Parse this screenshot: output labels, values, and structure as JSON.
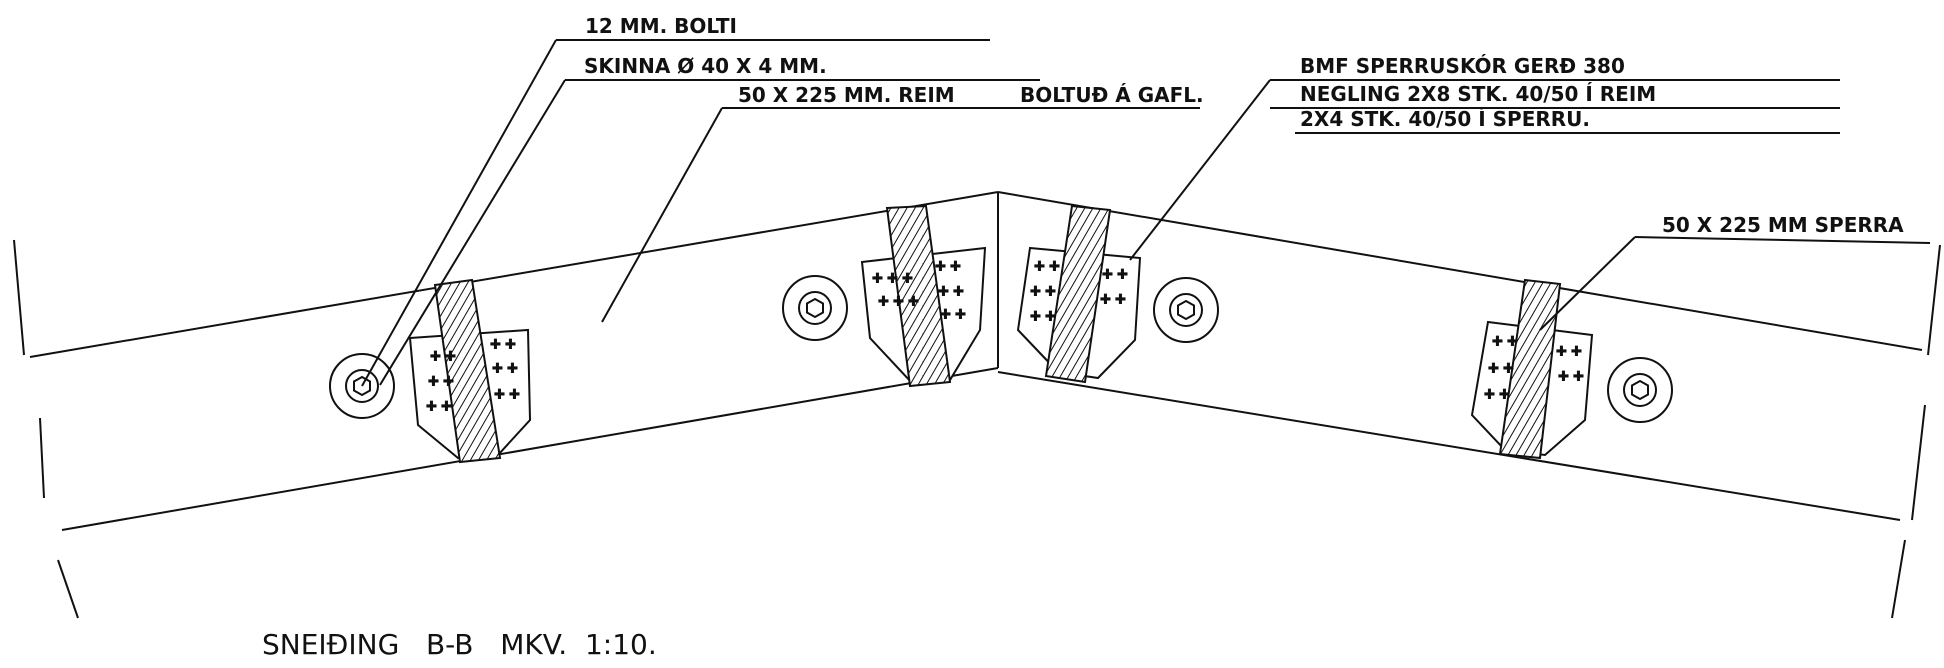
{
  "drawing": {
    "title": "SNEIÐING   B-B   MKV.  1:10.",
    "labels": {
      "bolt": "12 MM.  BOLTI",
      "rail": "SKINNA  Ø 40 X 4 MM.",
      "beam": "50 X 225  MM.  REIM",
      "bolted": "BOLTUÐ Á GAFL.",
      "shoe": "BMF SPERRUSKÓR  GERÐ  380",
      "nailing1": "NEGLING  2X8  STK.  40/50  Í  REIM",
      "nailing2": "2X4  STK.  40/50 Í  SPERRU.",
      "rafter": "50 X 225 MM SPERRA"
    }
  }
}
